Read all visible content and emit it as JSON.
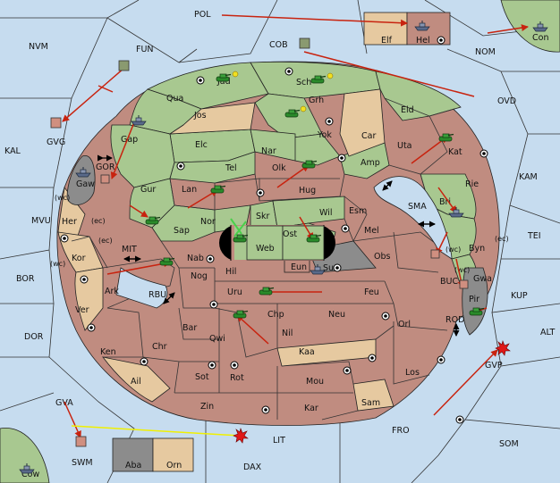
{
  "colors": {
    "sea": "#c6dcef",
    "green": "#a8c890",
    "red": "#c08c80",
    "tan": "#e6c9a0",
    "gray": "#8c8c8c",
    "arrow": "#c8230f",
    "support": "#f0f000",
    "army": "#2a8a2a",
    "fleet": "#5a6a8a",
    "dislodged": "#e01818"
  },
  "seas": {
    "pol": "POL",
    "nvm": "NVM",
    "fun": "FUN",
    "cob": "COB",
    "nom": "NOM",
    "con": "Con",
    "ovd": "OVD",
    "kal": "KAL",
    "kam": "KAM",
    "mvu": "MVU",
    "tei": "TEI",
    "bor": "BOR",
    "kup": "KUP",
    "dor": "DOR",
    "alt": "ALT",
    "gva": "GVA",
    "lit": "LIT",
    "fro": "FRO",
    "som": "SOM",
    "swm": "SWM",
    "cow": "Cow",
    "dax": "DAX",
    "gvg": "GVG",
    "gvp": "GVP",
    "sma": "SMA",
    "mit": "MIT",
    "rbu": "RBU",
    "rod": "ROD",
    "buc": "BUC",
    "gor": "GOR"
  },
  "provinces": {
    "elf": "Elf",
    "hel": "Hel",
    "jad": "Jad",
    "sch": "Sch",
    "qua": "Qua",
    "jos": "Jos",
    "grh": "Grh",
    "eld": "Eld",
    "car": "Car",
    "yok": "Yok",
    "uta": "Uta",
    "nar": "Nar",
    "elc": "Elc",
    "gap": "Gap",
    "kat": "Kat",
    "olk": "Olk",
    "amp": "Amp",
    "tel": "Tel",
    "rie": "Rie",
    "gaw": "Gaw",
    "gur": "Gur",
    "hug": "Hug",
    "lan": "Lan",
    "bri": "Bri",
    "esm": "Esm",
    "wil": "Wil",
    "her": "Her",
    "skr": "Skr",
    "nor": "Nor",
    "sap": "Sap",
    "ost": "Ost",
    "mel": "Mel",
    "web": "Web",
    "byn": "Byn",
    "kor": "Kor",
    "nab": "Nab",
    "eun": "Eun",
    "obs": "Obs",
    "sun": "Sun",
    "gwa": "Gwa",
    "hil": "Hil",
    "nog": "Nog",
    "ark": "Ark",
    "pir": "Pir",
    "uru": "Uru",
    "feu": "Feu",
    "ver": "Ver",
    "chp": "Chp",
    "neu": "Neu",
    "bar": "Bar",
    "orl": "Orl",
    "qwi": "Qwi",
    "nil": "Nil",
    "ken": "Ken",
    "chr": "Chr",
    "kaa": "Kaa",
    "ail": "Ail",
    "sot": "Sot",
    "rot": "Rot",
    "los": "Los",
    "mou": "Mou",
    "zin": "Zin",
    "kar": "Kar",
    "sam": "Sam",
    "aba": "Aba",
    "orn": "Orn"
  },
  "coasts": {
    "wc1": "(wc)",
    "ec1": "(ec)",
    "ec2": "(ec)",
    "wc2": "(wc)",
    "wc3": "(wc)",
    "ec3": "(ec)",
    "wc4": "(wc)"
  },
  "icons": {
    "army": "tank-icon",
    "fleet": "ship-icon",
    "supply": "supply-center-icon",
    "explosion": "dislodged-icon"
  }
}
